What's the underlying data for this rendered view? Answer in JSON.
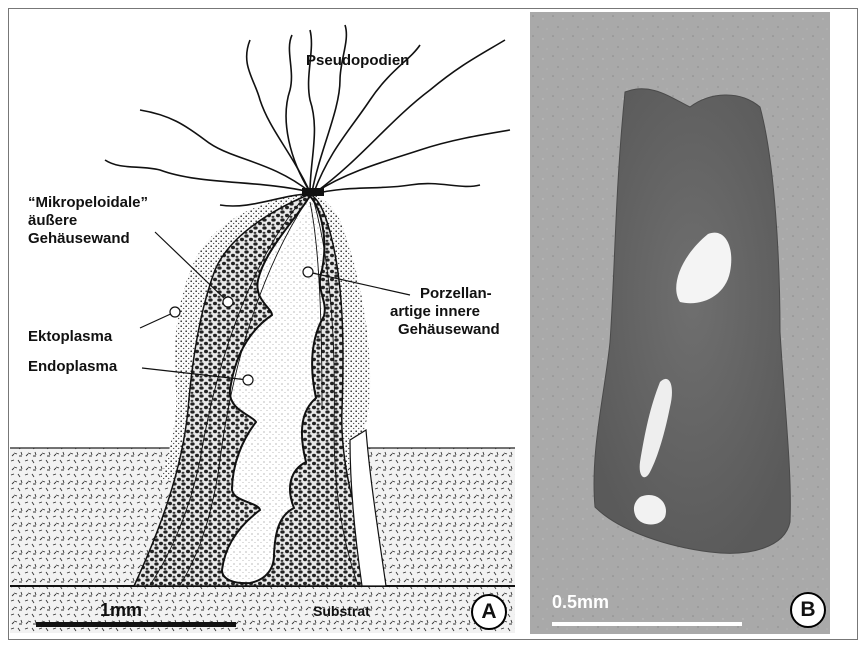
{
  "panel_a": {
    "label_pseudopodien": "Pseudopodien",
    "label_mikro_1": "“Mikropeloidale”",
    "label_mikro_2": "äußere",
    "label_mikro_3": "Gehäusewand",
    "label_ekto": "Ektoplasma",
    "label_endo": "Endoplasma",
    "label_porz_1": "Porzellan-",
    "label_porz_2": "artige innere",
    "label_porz_3": "Gehäusewand",
    "label_substrat": "Substrat",
    "scale_label": "1mm",
    "badge": "A"
  },
  "panel_b": {
    "scale_label": "0.5mm",
    "badge": "B"
  }
}
